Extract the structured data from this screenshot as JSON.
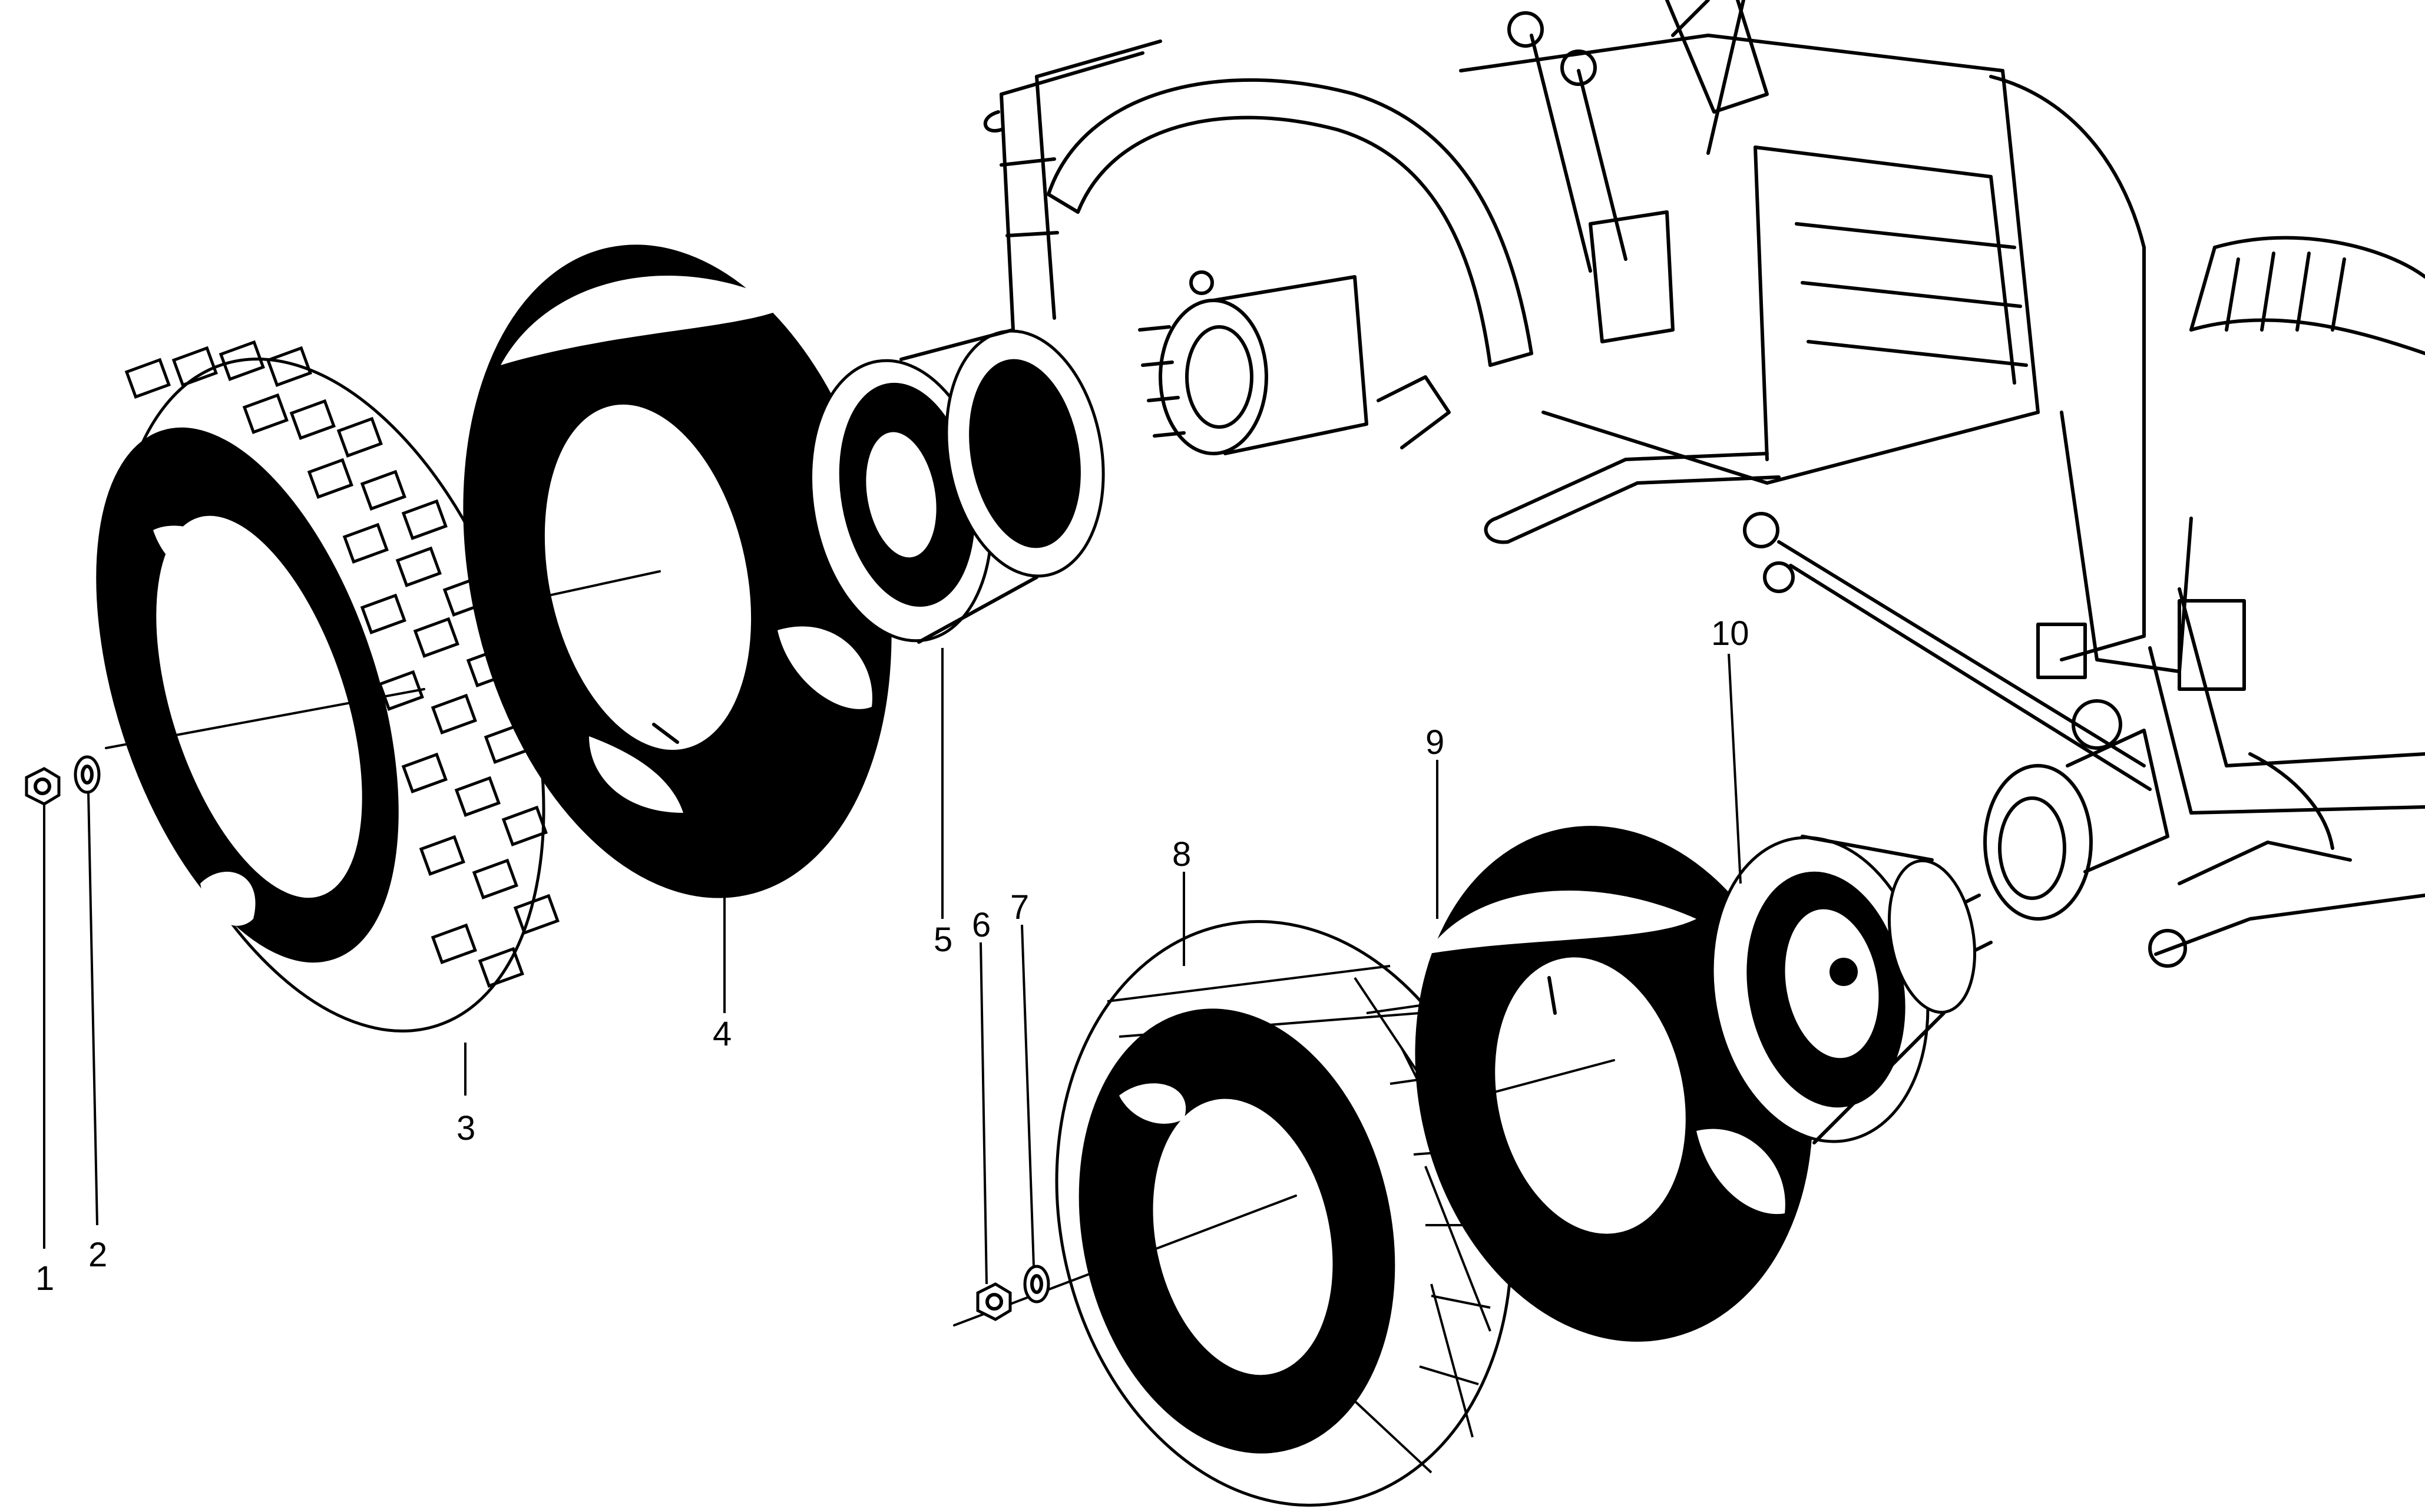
{
  "diagram": {
    "callouts": [
      "1",
      "2",
      "3",
      "4",
      "5",
      "6",
      "7",
      "8",
      "9",
      "10"
    ]
  },
  "colors": {
    "ink": "#000000",
    "paper": "#ffffff"
  }
}
